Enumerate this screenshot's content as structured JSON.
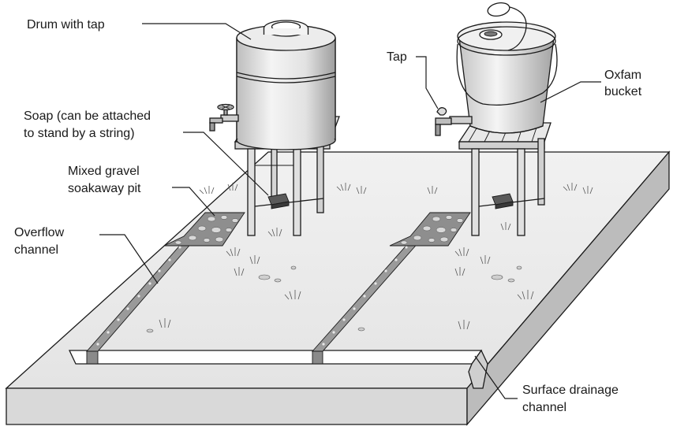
{
  "labels": {
    "drum_with_tap": "Drum with tap",
    "tap": "Tap",
    "oxfam_bucket_line1": "Oxfam",
    "oxfam_bucket_line2": "bucket",
    "soap_line1": "Soap (can be attached",
    "soap_line2": "to stand by a string)",
    "pit_line1": "Mixed gravel",
    "pit_line2": "soakaway pit",
    "overflow_line1": "Overflow",
    "overflow_line2": "channel",
    "drainage_line1": "Surface drainage",
    "drainage_line2": "channel"
  }
}
